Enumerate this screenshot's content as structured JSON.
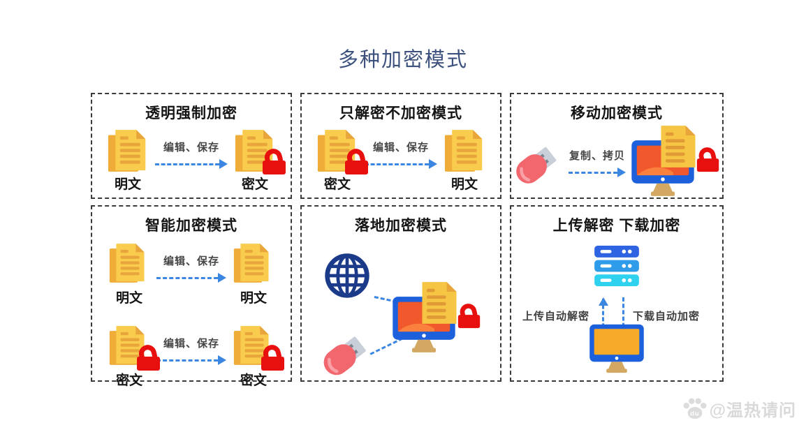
{
  "page": {
    "title": "多种加密模式",
    "watermark": "@温热请问"
  },
  "colors": {
    "title_text": "#3d517e",
    "panel_border": "#3b3b3b",
    "arrow_blue": "#3a86e0",
    "label_gray": "#474747",
    "lock_red": "#e80f0f",
    "doc_front": "#facc4e",
    "doc_back": "#efac39",
    "doc_line": "#e8a53c",
    "monitor_frame": "#1c60db",
    "monitor_screen_red": "#f1582b",
    "monitor_screen_amber": "#f7a928",
    "server_row_top": "#2e63e2",
    "server_row_mid": "#2e9ce8",
    "server_row_bottom": "#2fd2ee",
    "globe_navy": "#1b3a8a",
    "usb_body_pink": "#f2666e",
    "watermark_gray": "#d9d9d9"
  },
  "panels": [
    {
      "title": "透明强制加密",
      "flow": {
        "from": "明文",
        "arrow": "编辑、保存",
        "to": "密文"
      }
    },
    {
      "title": "只解密不加密模式",
      "flow": {
        "from": "密文",
        "arrow": "编辑、保存",
        "to": "明文"
      }
    },
    {
      "title": "移动加密模式",
      "flow": {
        "arrow": "复制、拷贝"
      }
    },
    {
      "title": "智能加密模式",
      "flows": [
        {
          "from": "明文",
          "arrow": "编辑、保存",
          "to": "明文"
        },
        {
          "from": "密文",
          "arrow": "编辑、保存",
          "to": "密文"
        }
      ]
    },
    {
      "title": "落地加密模式"
    },
    {
      "title": "上传解密 下载加密",
      "up_label": "上传自动解密",
      "down_label": "下载自动加密"
    }
  ]
}
